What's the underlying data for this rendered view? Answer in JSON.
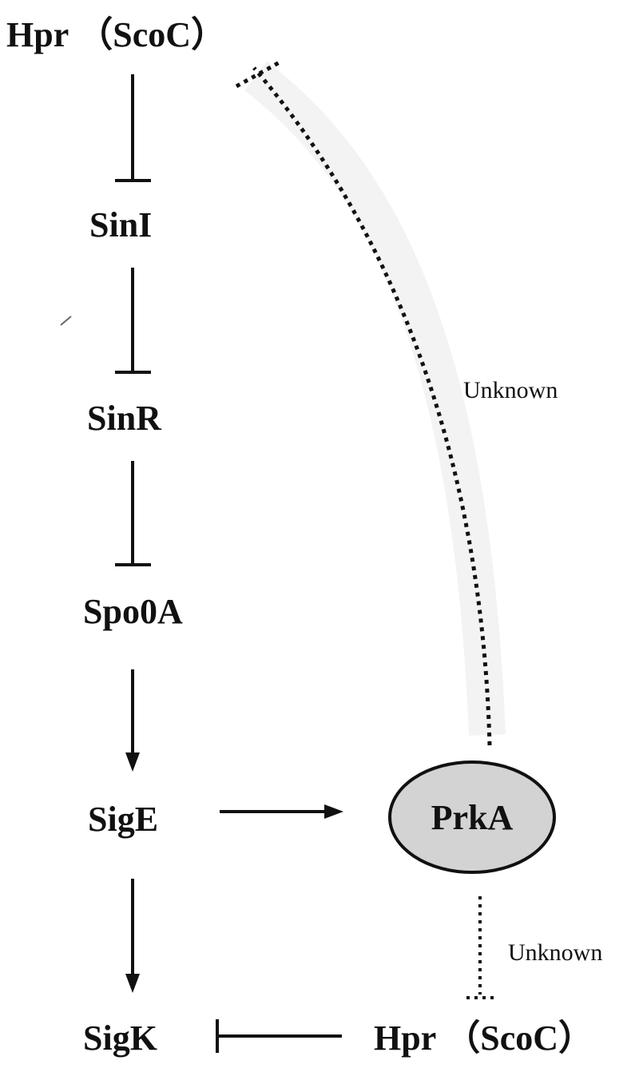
{
  "nodes": {
    "hpr_top": "Hpr （ScoC）",
    "sinI": "SinI",
    "sinR": "SinR",
    "spo0A": "Spo0A",
    "sigE": "SigE",
    "prkA": "PrkA",
    "sigK": "SigK",
    "hpr_bottom": "Hpr （ScoC）"
  },
  "annotations": {
    "unknown_upper": "Unknown",
    "unknown_lower": "Unknown"
  },
  "colors": {
    "prka_fill": "#d3d3d3",
    "stroke": "#111111"
  }
}
